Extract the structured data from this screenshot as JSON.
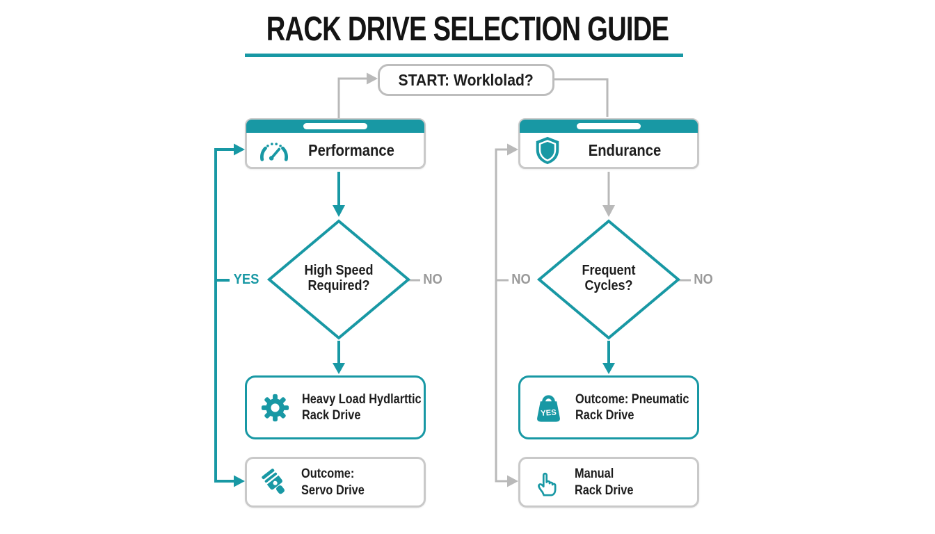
{
  "title": "RACK DRIVE SELECTION GUIDE",
  "start_label": "START: Worklolad?",
  "left": {
    "category": "Performance",
    "decision_line1": "High Speed",
    "decision_line2": "Required?",
    "yes_label": "YES",
    "no_label": "NO",
    "outcome1_line1": "Heavy Load Hydlarttic",
    "outcome1_line2": "Rack Drive",
    "outcome2_line1": "Outcome:",
    "outcome2_line2": "Servo Drive"
  },
  "right": {
    "category": "Endurance",
    "decision_line1": "Frequent",
    "decision_line2": "Cycles?",
    "no_left_label": "NO",
    "no_right_label": "NO",
    "outcome1_line1": "Outcome: Pneumatic",
    "outcome1_line2": "Rack Drive",
    "outcome1_badge": "YES",
    "outcome2_line1": "Manual",
    "outcome2_line2": "Rack Drive"
  },
  "icons": {
    "performance": "gauge-icon",
    "endurance": "shield-icon",
    "left_outcome1": "gear-icon",
    "left_outcome2": "piston-icon",
    "right_outcome1": "weight-icon",
    "right_outcome2": "hand-icon"
  },
  "colors": {
    "teal": "#1898a4",
    "line_gray": "#b9b9b9",
    "label_gray": "#9a9a9a",
    "border_gray": "#c9c9c9",
    "text_black": "#1d1d1d"
  }
}
